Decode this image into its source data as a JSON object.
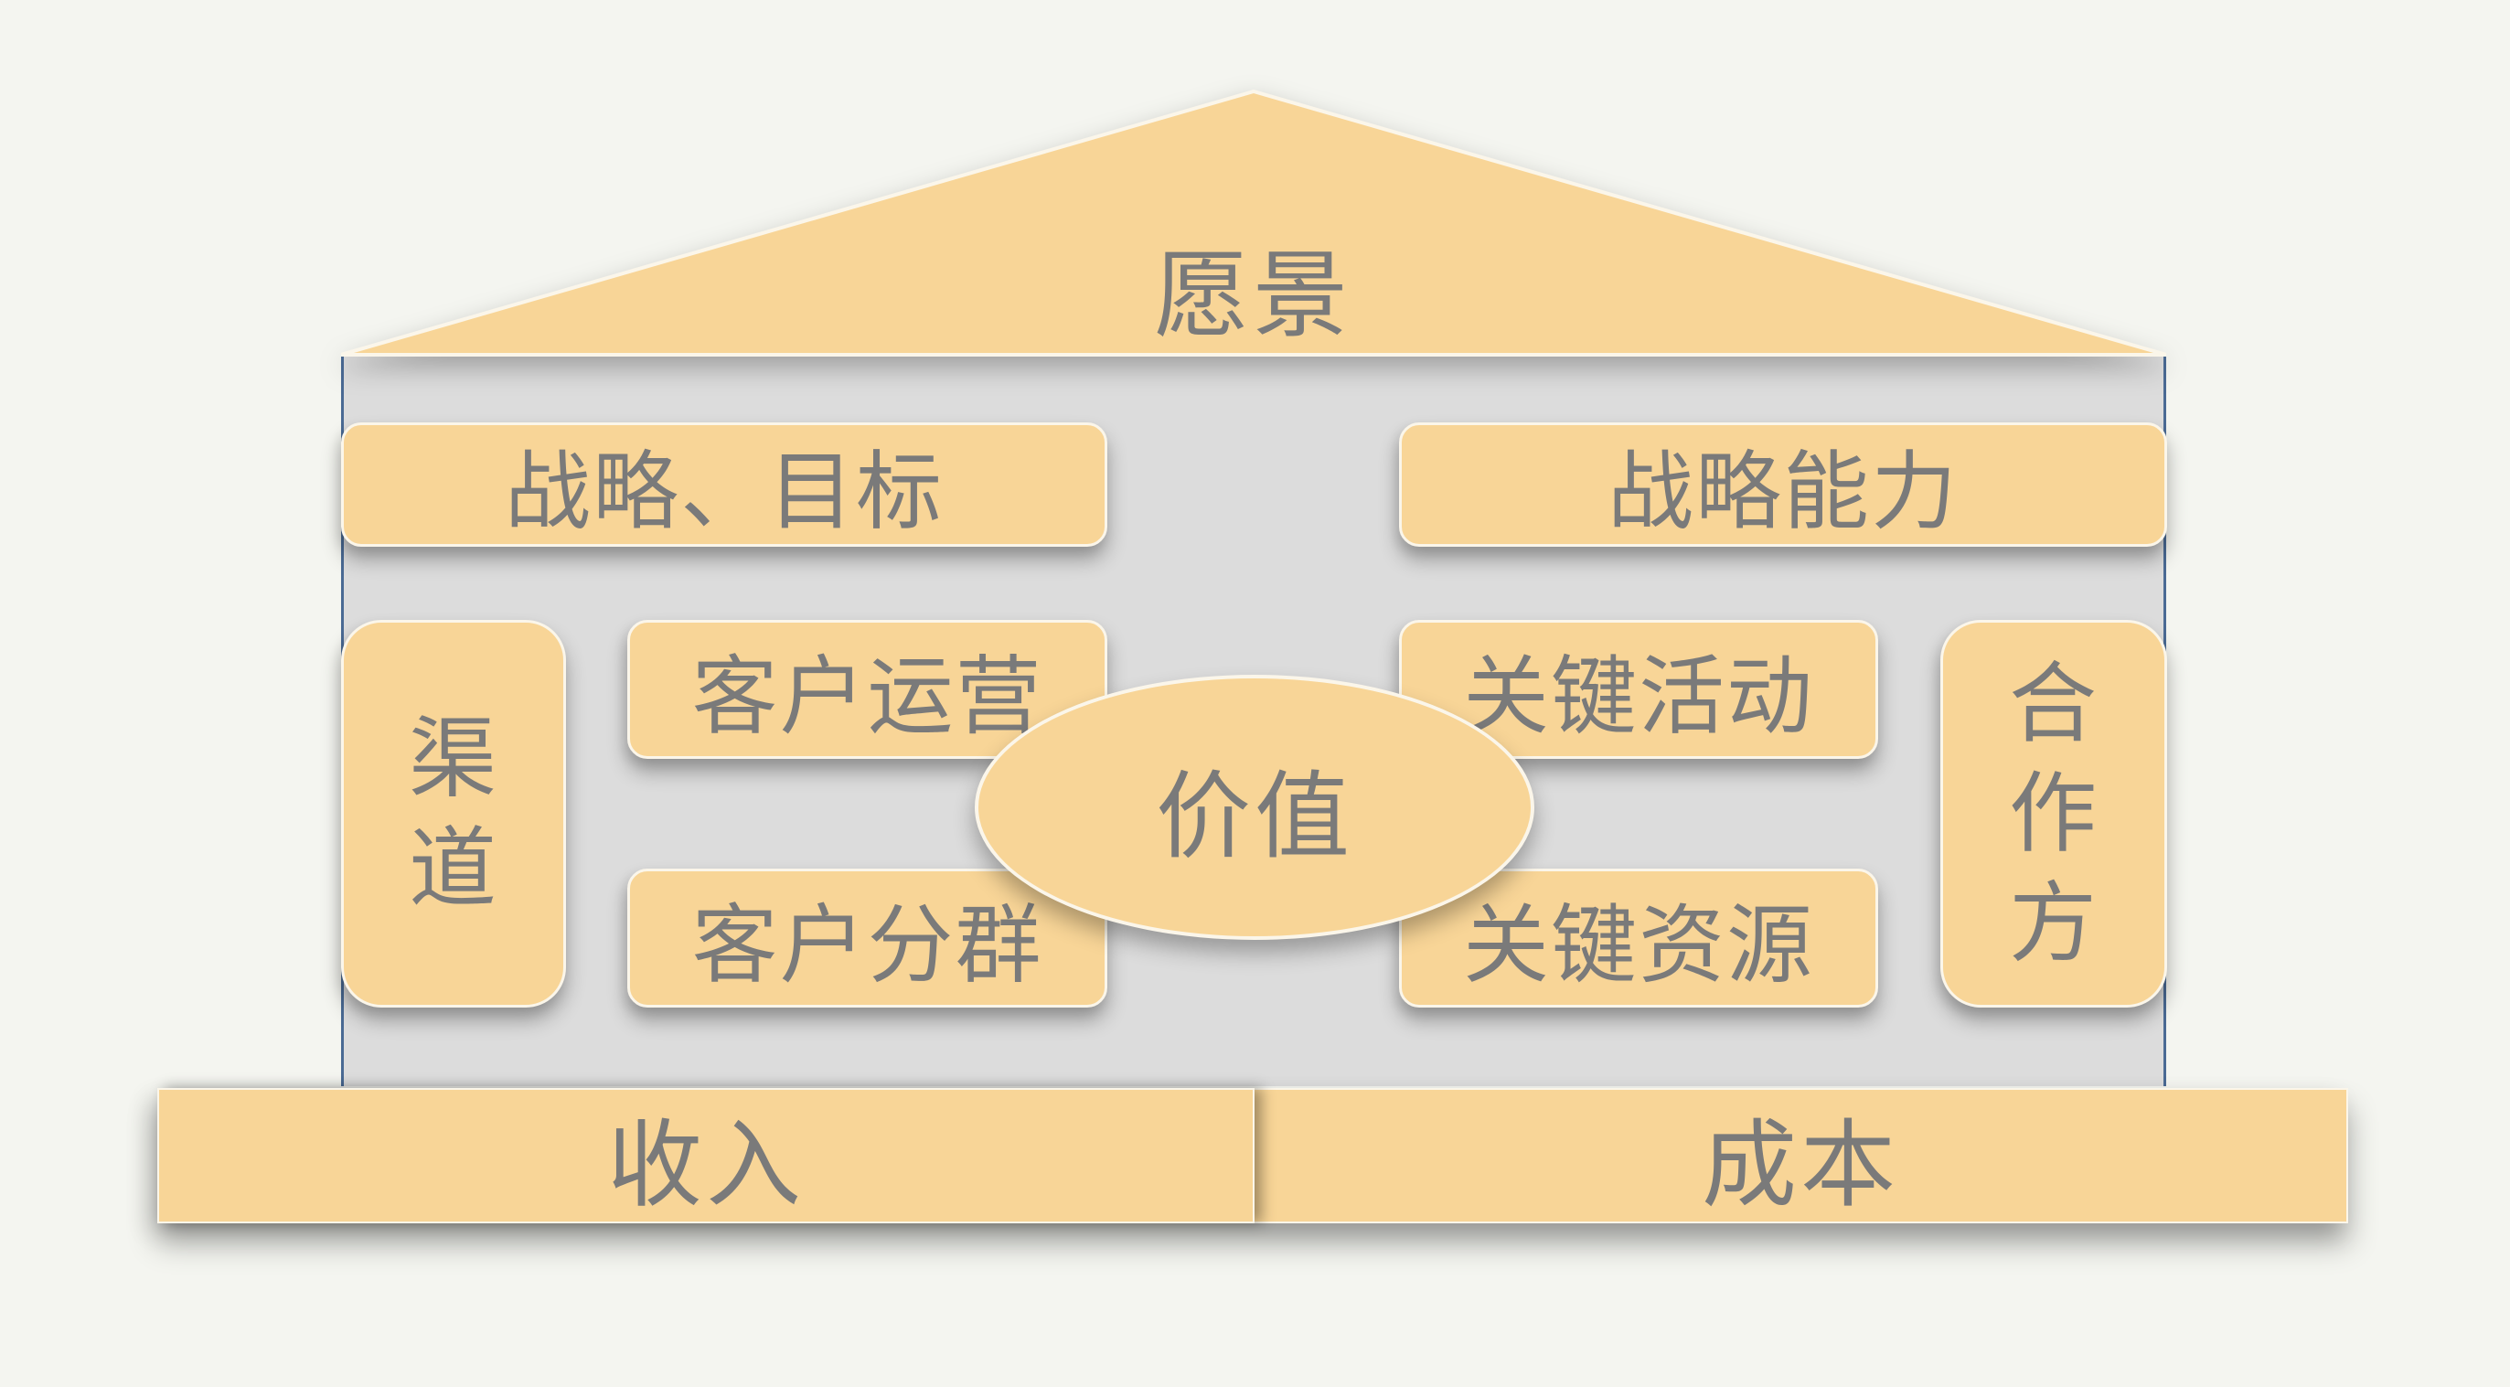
{
  "diagram": {
    "roof": {
      "label": "愿景"
    },
    "top_left": {
      "label": "战略、目标"
    },
    "top_right": {
      "label": "战略能力"
    },
    "channel": {
      "chars": [
        "渠",
        "道"
      ]
    },
    "partner": {
      "chars": [
        "合",
        "作",
        "方"
      ]
    },
    "customer_operation": {
      "label": "客户运营"
    },
    "customer_segment": {
      "label": "客户分群"
    },
    "key_activities": {
      "label": "关键活动"
    },
    "key_resources": {
      "label": "关键资源"
    },
    "value": {
      "label": "价值"
    },
    "income": {
      "label": "收入"
    },
    "cost": {
      "label": "成本"
    }
  },
  "colors": {
    "block_fill": "#f8d597",
    "panel_fill": "#dcdcdc",
    "text": "#7a7a7a",
    "border_line": "#4a6a94",
    "background": "#f4f5f0"
  }
}
